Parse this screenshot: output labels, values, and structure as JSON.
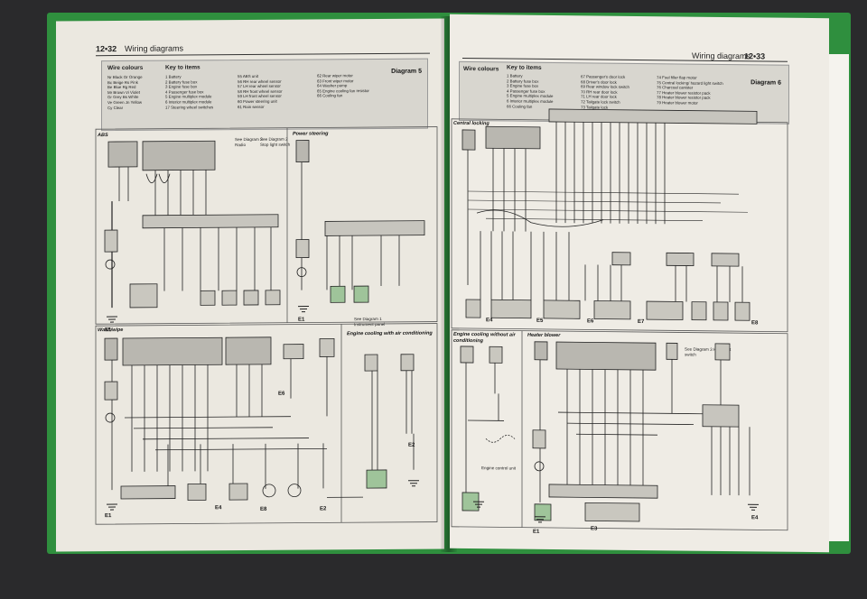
{
  "left_page": {
    "page_number": "12•32",
    "section": "Wiring diagrams",
    "diagram": "Diagram 5",
    "wire_colours_title": "Wire colours",
    "wire_colours": [
      "Nr Black   Or Orange",
      "Bc Beige   Rs Pink",
      "Be Blue   Rg Red",
      "Mr Brown   Vi Violet",
      "Gr Grey   Bs White",
      "Ve Green   Jn Yellow",
      "Cy Clear"
    ],
    "key_title": "Key to items",
    "key_col1": [
      "1 Battery",
      "2 Battery fuse box",
      "3 Engine fuse box",
      "4 Passenger fuse box",
      "5 Engine multiplex module",
      "6 Interior multiplex module",
      "17 Steering wheel switches"
    ],
    "key_col2": [
      "55 ABS unit",
      "56 RH rear wheel sensor",
      "57 LH rear wheel sensor",
      "58 RH front wheel sensor",
      "59 LH front wheel sensor",
      "60 Power steering unit",
      "61 Rain sensor"
    ],
    "key_col3": [
      "62 Rear wiper motor",
      "63 Front wiper motor",
      "64 Washer pump",
      "65 Engine cooling fan resistor",
      "66 Cooling fan"
    ],
    "sections": {
      "abs": "ABS",
      "power_steering": "Power steering",
      "wash_wipe": "Wash/wipe",
      "engine_cooling": "Engine cooling with air conditioning"
    },
    "notes": {
      "radio": "See Diagram 2 Radio",
      "stop": "See Diagram 2 Stop light switch",
      "instrument": "See Diagram 1 Instrument panel"
    },
    "earths": [
      "E1",
      "E1",
      "E1",
      "E6",
      "E4",
      "E8",
      "E2",
      "E2"
    ]
  },
  "right_page": {
    "page_number": "12•33",
    "section": "Wiring diagrams",
    "diagram": "Diagram 6",
    "wire_colours_title": "Wire colours",
    "key_title": "Key to items",
    "key_col1": [
      "1 Battery",
      "2 Battery fuse box",
      "3 Engine fuse box",
      "4 Passenger fuse box",
      "5 Engine multiplex module",
      "6 Interior multiplex module",
      "66 Cooling fan"
    ],
    "key_col2": [
      "67 Passenger's door lock",
      "68 Driver's door lock",
      "69 Rear window lock switch",
      "70 RH rear door lock",
      "71 LH rear door lock",
      "72 Tailgate lock switch",
      "73 Tailgate lock"
    ],
    "key_col3": [
      "74 Fuel filler flap motor",
      "75 Central locking/ hazard light switch",
      "76 Charcoal canister",
      "77 Heater blower resistor pack",
      "78 Heater blower resistor pack",
      "79 Heater blower motor"
    ],
    "sections": {
      "central_locking": "Central locking",
      "engine_cooling_no_ac": "Engine cooling without air conditioning",
      "heater": "Heater blower"
    },
    "notes": {
      "ecu": "Engine control unit",
      "hazard": "See Diagram 3 Headlight switch"
    },
    "earths": [
      "E4",
      "E5",
      "E6",
      "E7",
      "E8",
      "E1",
      "E3",
      "E4"
    ]
  }
}
